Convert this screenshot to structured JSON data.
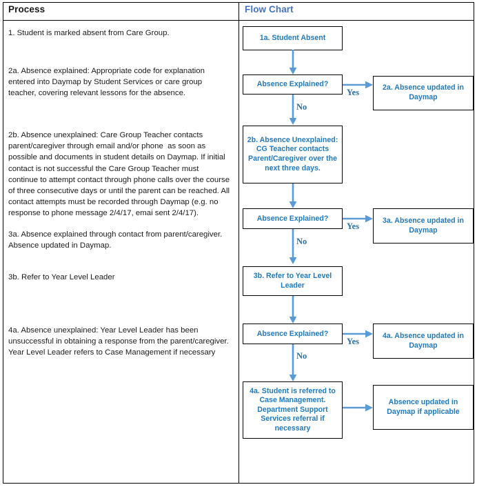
{
  "headers": {
    "process": "Process",
    "flow_chart": "Flow Chart"
  },
  "colors": {
    "flow_header_blue": "#4472C4",
    "node_text_blue": "#1F7AC0",
    "arrow_blue": "#5B9BD5",
    "connector_label_blue": "#2A6FA8",
    "border_black": "#000000",
    "body_text": "#1A1A1A"
  },
  "process_steps": [
    {
      "id": "step-1",
      "text": "1. Student is marked absent from Care Group."
    },
    {
      "id": "step-2a",
      "text": "2a. Absence explained: Appropriate code for explanation entered into Daymap by Student Services or care group teacher, covering relevant lessons for the absence."
    },
    {
      "id": "step-2b",
      "text": "2b. Absence unexplained: Care Group Teacher contacts parent/caregiver through email and/or phone  as soon as possible and documents in student details on Daymap. If initial contact is not successful the Care Group Teacher must continue to attempt contact through phone calls over the course of three consecutive days or until the parent can be reached. All contact attempts must be recorded through Daymap (e.g. no response to phone message 2/4/17, emai sent 2/4/17)."
    },
    {
      "id": "step-3a",
      "text": "3a. Absence explained through contact from parent/caregiver. Absence updated in Daymap."
    },
    {
      "id": "step-3b",
      "text": "3b. Refer to Year Level Leader"
    },
    {
      "id": "step-4a",
      "text": "4a. Absence unexplained: Year Level Leader has been unsuccessful in obtaining a response from the parent/caregiver. Year Level Leader refers to Case Management if necessary"
    }
  ],
  "chart_data": {
    "type": "flowchart",
    "title": "Flow Chart",
    "nodes": [
      {
        "id": "n1",
        "label": "1a. Student Absent"
      },
      {
        "id": "n2",
        "label": "Absence Explained?"
      },
      {
        "id": "n3",
        "label": "2a. Absence updated in Daymap"
      },
      {
        "id": "n4",
        "label": "2b. Absence Unexplained: CG Teacher contacts Parent/Caregiver over the next three days."
      },
      {
        "id": "n5",
        "label": "Absence Explained?"
      },
      {
        "id": "n6",
        "label": "3a. Absence updated in Daymap"
      },
      {
        "id": "n7",
        "label": "3b. Refer to Year Level Leader"
      },
      {
        "id": "n8",
        "label": "Absence Explained?"
      },
      {
        "id": "n9",
        "label": "4a. Absence updated in Daymap"
      },
      {
        "id": "n10",
        "label": "4a. Student is referred to Case Management. Department Support Services referral if necessary"
      },
      {
        "id": "n11",
        "label": "Absence updated in Daymap if applicable"
      }
    ],
    "edges": [
      {
        "from": "n1",
        "to": "n2",
        "label": ""
      },
      {
        "from": "n2",
        "to": "n3",
        "label": "Yes"
      },
      {
        "from": "n2",
        "to": "n4",
        "label": "No"
      },
      {
        "from": "n4",
        "to": "n5",
        "label": ""
      },
      {
        "from": "n5",
        "to": "n6",
        "label": "Yes"
      },
      {
        "from": "n5",
        "to": "n7",
        "label": "No"
      },
      {
        "from": "n7",
        "to": "n8",
        "label": ""
      },
      {
        "from": "n8",
        "to": "n9",
        "label": "Yes"
      },
      {
        "from": "n8",
        "to": "n10",
        "label": "No"
      },
      {
        "from": "n10",
        "to": "n11",
        "label": ""
      }
    ],
    "edge_labels": {
      "yes_1": "Yes",
      "no_1": "No",
      "yes_2": "Yes",
      "no_2": "No",
      "yes_3": "Yes",
      "no_3": "No"
    }
  }
}
